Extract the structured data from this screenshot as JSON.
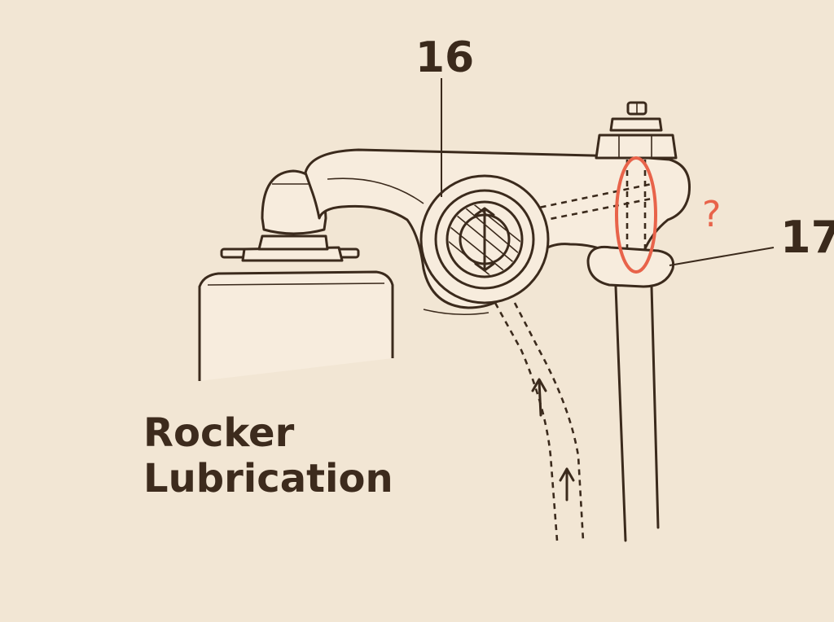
{
  "labels": {
    "part_16": "16",
    "part_17": "17",
    "question_mark": "?",
    "caption_line1": "Rocker",
    "caption_line2": "Lubrication"
  },
  "colors": {
    "background": "#f2e6d4",
    "ink": "#3b2a1c",
    "annotation": "#e8634a"
  }
}
